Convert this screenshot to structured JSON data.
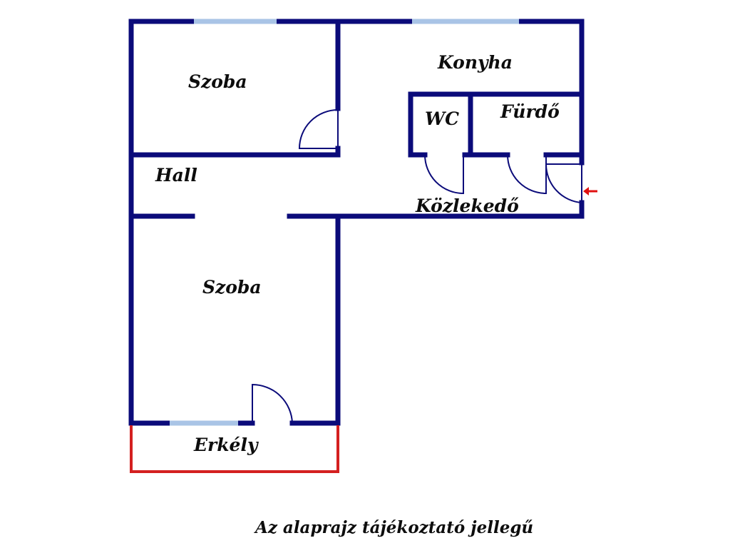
{
  "rooms": {
    "szoba_top": "Szoba",
    "konyha": "Konyha",
    "wc": "WC",
    "furdo": "Fürdő",
    "hall": "Hall",
    "kozlekedo": "Közlekedő",
    "szoba_bottom": "Szoba",
    "erkely": "Erkély"
  },
  "caption": "Az alaprajz tájékoztató jellegű",
  "colors": {
    "wall": "#0b0b7a",
    "window": "#a9c4e6",
    "balcony": "#d42020",
    "door": "#0b0b7a",
    "entrance_arrow": "#e01010"
  },
  "icons": {
    "entrance": "entrance-arrow-icon"
  }
}
